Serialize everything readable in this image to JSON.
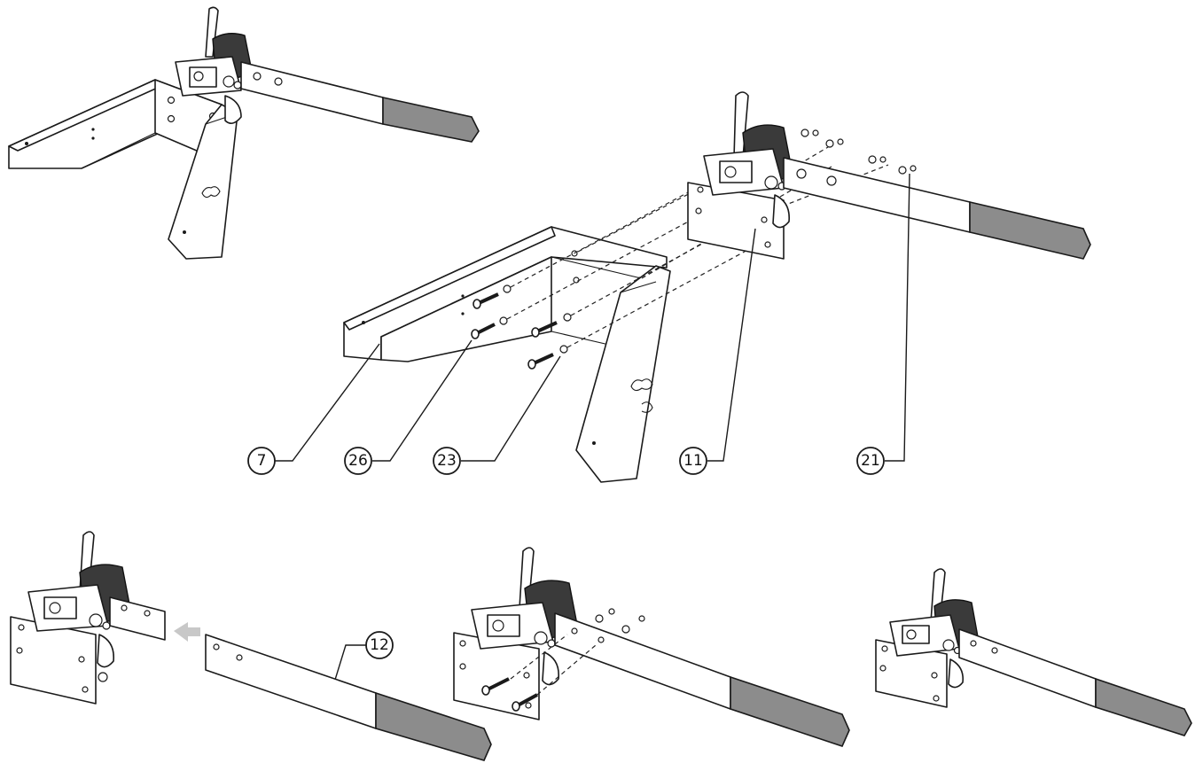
{
  "callouts": [
    {
      "id": "frame",
      "label": "7"
    },
    {
      "id": "bolt",
      "label": "26"
    },
    {
      "id": "washer",
      "label": "23"
    },
    {
      "id": "bracket",
      "label": "11"
    },
    {
      "id": "nut",
      "label": "21"
    },
    {
      "id": "handle",
      "label": "12"
    }
  ],
  "colors": {
    "line": "#1a1a1a",
    "grip": "#8c8c8c",
    "pad": "#3a3a3a",
    "arrow": "#c8c8c8"
  }
}
